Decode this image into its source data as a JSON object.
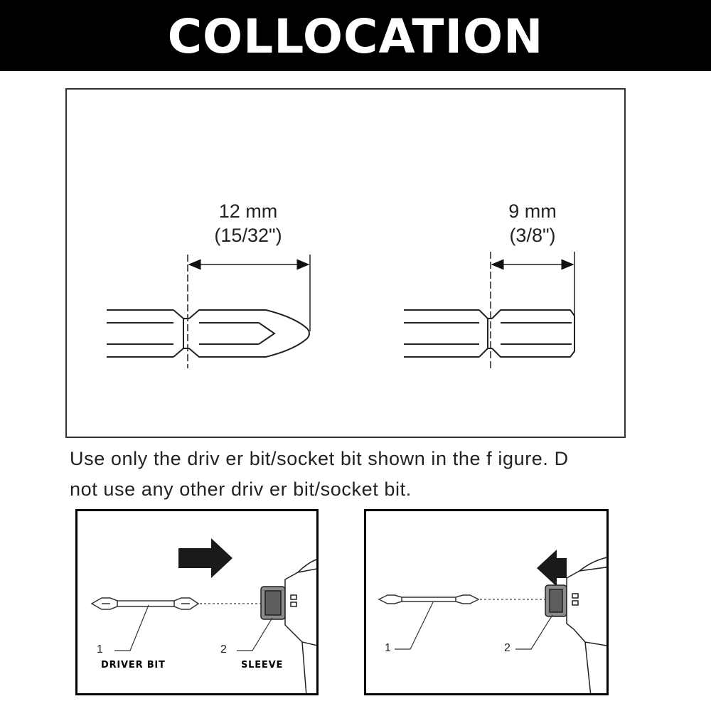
{
  "header": {
    "title": "COLLOCATION"
  },
  "figure": {
    "left_bit": {
      "dimension_metric": "12 mm",
      "dimension_imperial": "(15/32\")"
    },
    "right_bit": {
      "dimension_metric": "9 mm",
      "dimension_imperial": "(3/8\")"
    }
  },
  "instruction": {
    "line1": "Use only  the driv er bit/socket bit shown in the f igure. D",
    "line2": "not use any  other driv er bit/socket bit."
  },
  "steps": [
    {
      "label_1": "1",
      "label_2": "2",
      "caption_1": "DRIVER BIT",
      "caption_2": "SLEEVE",
      "arrow_direction": "right"
    },
    {
      "label_1": "1",
      "label_2": "2",
      "arrow_direction": "left"
    }
  ]
}
